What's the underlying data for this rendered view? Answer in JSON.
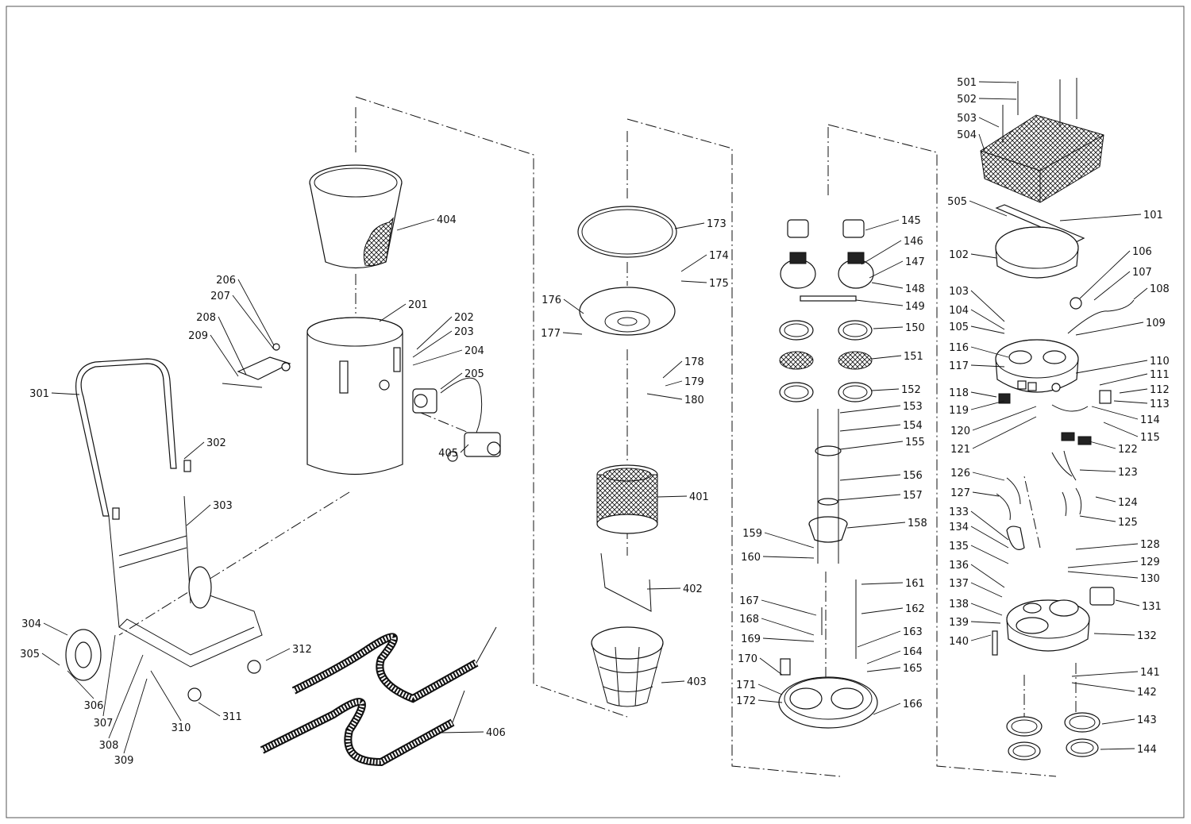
{
  "diagram": {
    "title": "Exploded parts diagram – wet/dry vacuum cleaner",
    "labels": [
      "404",
      "201",
      "202",
      "203",
      "204",
      "205",
      "173",
      "174",
      "175",
      "178",
      "179",
      "180",
      "401",
      "402",
      "403",
      "145",
      "146",
      "147",
      "148",
      "149",
      "150",
      "151",
      "152",
      "153",
      "154",
      "155",
      "156",
      "157",
      "158",
      "161",
      "162",
      "163",
      "164",
      "165",
      "166",
      "101",
      "106",
      "107",
      "108",
      "109",
      "110",
      "111",
      "112",
      "113",
      "114",
      "115",
      "122",
      "123",
      "124",
      "125",
      "128",
      "129",
      "130",
      "131",
      "132",
      "141",
      "142",
      "143",
      "144",
      "312",
      "311",
      "406",
      "303",
      "302",
      "206",
      "207",
      "208",
      "209",
      "301",
      "405",
      "176",
      "177",
      "159",
      "160",
      "167",
      "168",
      "169",
      "170",
      "171",
      "172",
      "501",
      "502",
      "503",
      "504",
      "505",
      "102",
      "103",
      "104",
      "105",
      "116",
      "117",
      "118",
      "119",
      "120",
      "121",
      "126",
      "127",
      "133",
      "134",
      "135",
      "136",
      "137",
      "138",
      "139",
      "140",
      "304",
      "305",
      "306",
      "307",
      "308",
      "309",
      "310"
    ]
  }
}
